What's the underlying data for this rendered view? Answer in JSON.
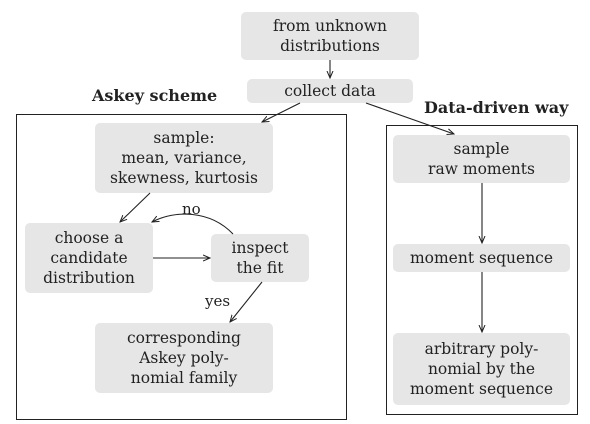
{
  "nodes": {
    "from_unknown": [
      "from unknown",
      "distributions"
    ],
    "collect_data": [
      "collect data"
    ],
    "sample_stats": [
      "sample:",
      "mean, variance,",
      "skewness, kurtosis"
    ],
    "choose_candidate": [
      "choose a",
      "candidate",
      "distribution"
    ],
    "inspect_fit": [
      "inspect",
      "the fit"
    ],
    "askey_family": [
      "corresponding",
      "Askey poly-",
      "nomial family"
    ],
    "sample_raw": [
      "sample",
      "raw moments"
    ],
    "moment_sequence": [
      "moment sequence"
    ],
    "arbitrary_poly": [
      "arbitrary poly-",
      "nomial by the",
      "moment sequence"
    ]
  },
  "groups": {
    "askey": "Askey scheme",
    "data_driven": "Data-driven way"
  },
  "edge_labels": {
    "no": "no",
    "yes": "yes"
  },
  "colors": {
    "node_fill": "#e6e6e6",
    "stroke": "#222222"
  }
}
